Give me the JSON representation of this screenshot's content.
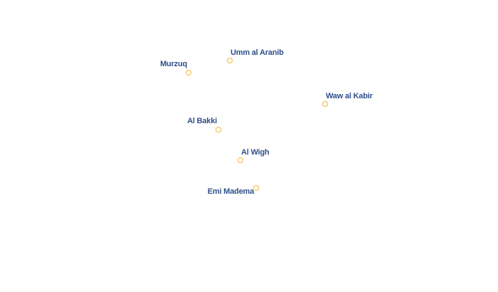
{
  "map": {
    "marker_color": "#f5b43a",
    "label_color": "#2f4f8a",
    "label_halo_color": "#ffffff",
    "places": [
      {
        "id": "umm-al-aranib",
        "name": "Umm al Aranib"
      },
      {
        "id": "murzuq",
        "name": "Murzuq"
      },
      {
        "id": "waw-al-kabir",
        "name": "Waw al Kabir"
      },
      {
        "id": "al-bakki",
        "name": "Al Bakki"
      },
      {
        "id": "al-wigh",
        "name": "Al Wigh"
      },
      {
        "id": "emi-madema",
        "name": "Emi Madema"
      }
    ]
  }
}
